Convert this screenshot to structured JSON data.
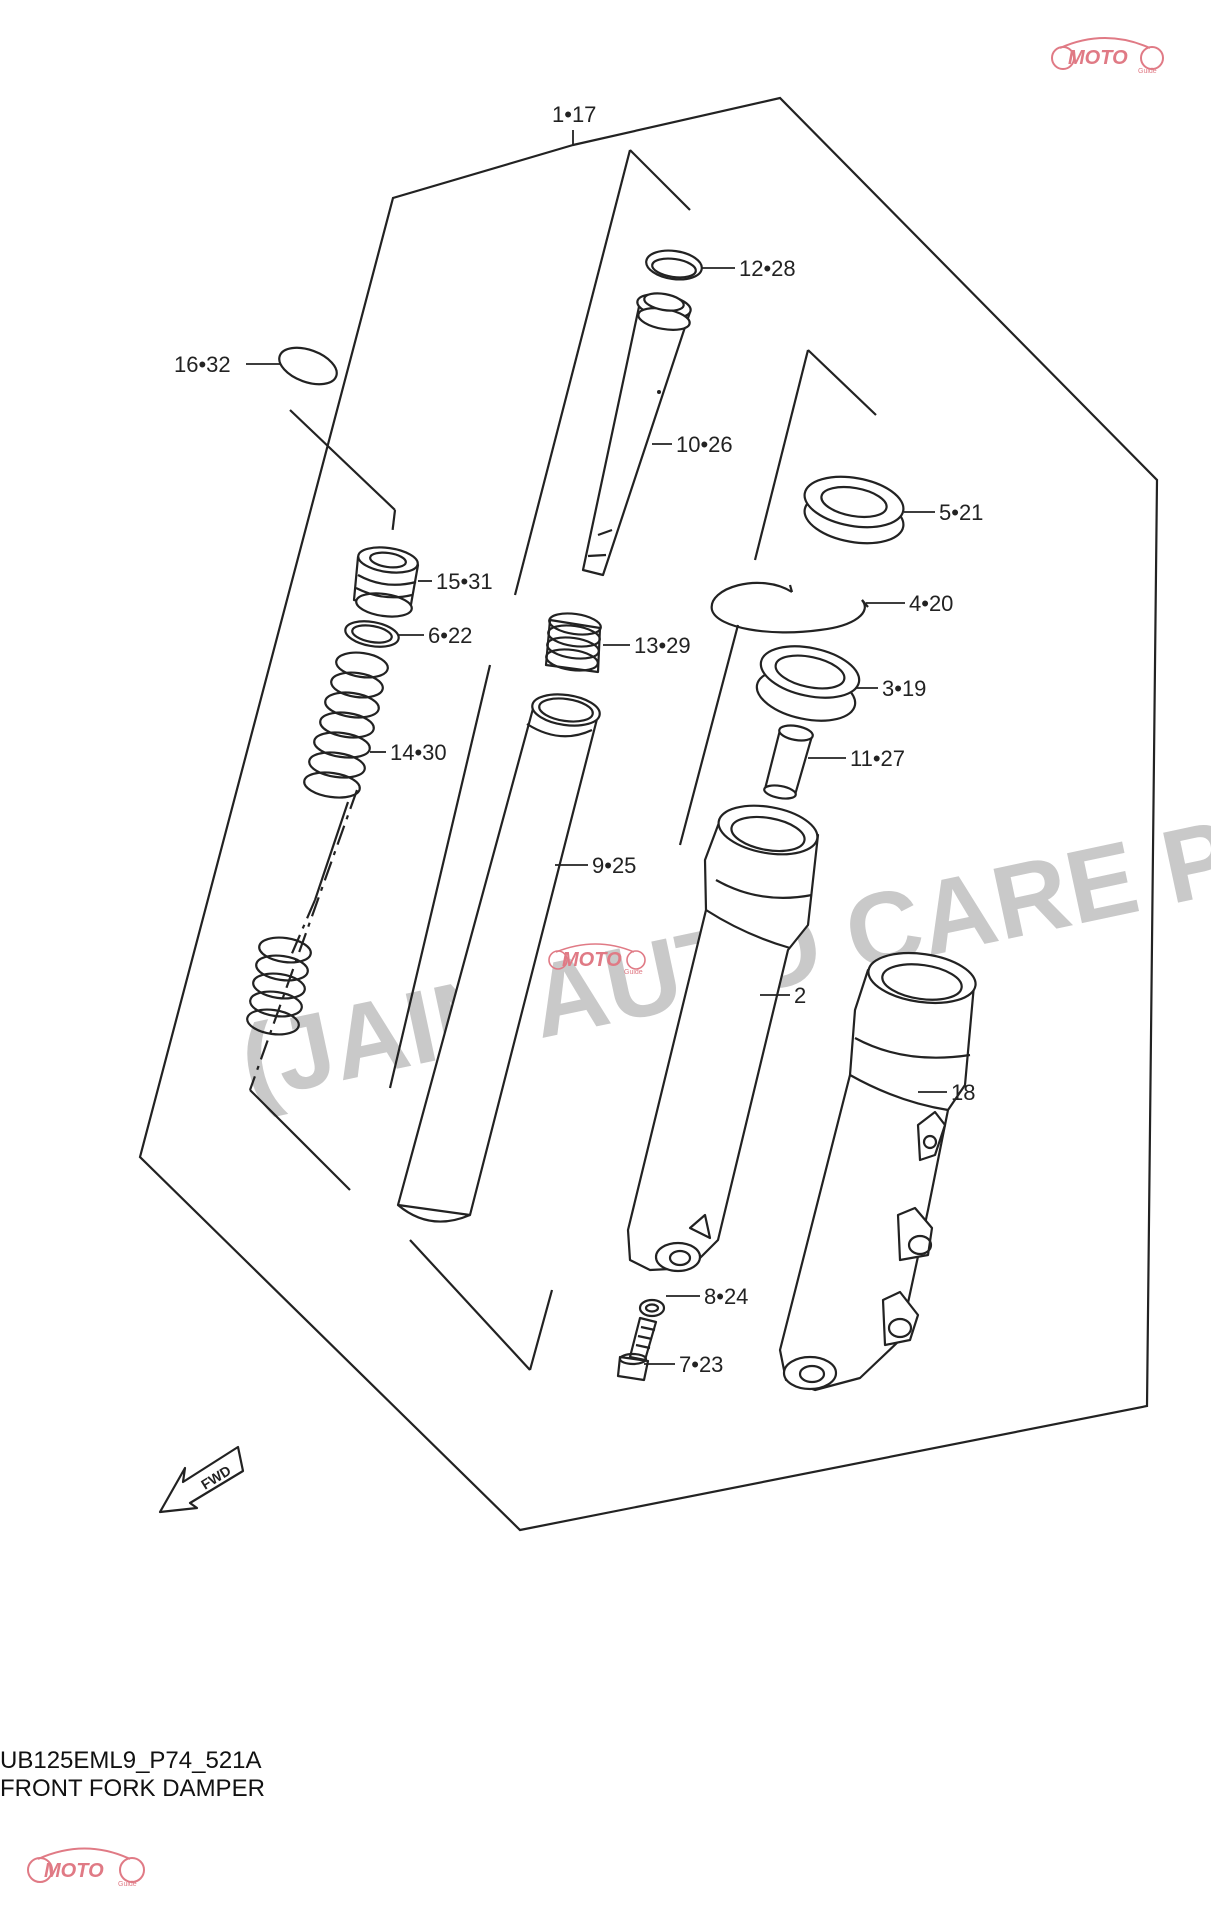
{
  "diagram": {
    "parts": {
      "p1_17": "1•17",
      "p12_28": "12•28",
      "p16_32": "16•32",
      "p10_26": "10•26",
      "p5_21": "5•21",
      "p15_31": "15•31",
      "p4_20": "4•20",
      "p6_22": "6•22",
      "p13_29": "13•29",
      "p3_19": "3•19",
      "p14_30": "14•30",
      "p11_27": "11•27",
      "p9_25": "9•25",
      "p2": "2",
      "p18": "18",
      "p8_24": "8•24",
      "p7_23": "7•23"
    },
    "fwd_label": "FWD",
    "code": "UB125EML9_P74_521A",
    "title": "FRONT FORK DAMPER",
    "watermark": "(JAIN AUTO CARE PV",
    "logo_text": "MOTO",
    "logo_sub": "Guide"
  },
  "colors": {
    "line": "#222222",
    "watermark": "#c9c9c9",
    "logo": "#e07a85"
  }
}
